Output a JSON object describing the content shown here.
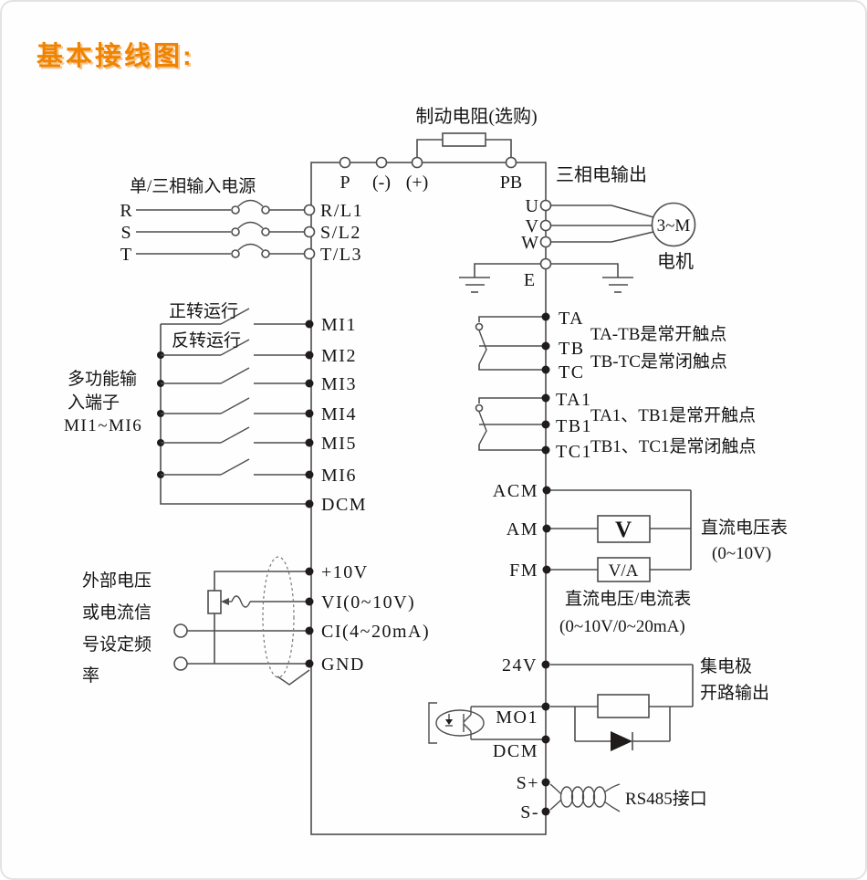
{
  "title": "基本接线图:",
  "top": {
    "brake_resistor": "制动电阻(选购)",
    "p": "P",
    "minus": "(-)",
    "plus": "(+)",
    "pb": "PB",
    "output_label": "三相电输出"
  },
  "input": {
    "label": "单/三相输入电源",
    "phases": [
      "R",
      "S",
      "T"
    ],
    "terminals": [
      "R/L1",
      "S/L2",
      "T/L3"
    ]
  },
  "output_terminals": [
    "U",
    "V",
    "W",
    "E"
  ],
  "motor": {
    "symbol": "3~M",
    "label": "电机"
  },
  "digital": {
    "fwd": "正转运行",
    "rev": "反转运行",
    "desc1": "多功能输",
    "desc2": "入端子",
    "desc3": "MI1~MI6",
    "terminals": [
      "MI1",
      "MI2",
      "MI3",
      "MI4",
      "MI5",
      "MI6"
    ],
    "dcm": "DCM"
  },
  "relay1": {
    "terminals": [
      "TA",
      "TB",
      "TC"
    ],
    "note1": "TA-TB是常开触点",
    "note2": "TB-TC是常闭触点"
  },
  "relay2": {
    "terminals": [
      "TA1",
      "TB1",
      "TC1"
    ],
    "note1": "TA1、TB1是常开触点",
    "note2": "TB1、TC1是常闭触点"
  },
  "analog_out": {
    "acm": "ACM",
    "am": "AM",
    "fm": "FM",
    "v": "V",
    "va": "V/A",
    "meter1": "直流电压表",
    "meter1_range": "(0~10V)",
    "meter2": "直流电压/电流表",
    "meter2_range": "(0~10V/0~20mA)"
  },
  "analog_in": {
    "desc": [
      "外部电压",
      "或电流信",
      "号设定频",
      "率"
    ],
    "terminals": [
      "+10V",
      "VI(0~10V)",
      "CI(4~20mA)",
      "GND"
    ]
  },
  "oc": {
    "t24v": "24V",
    "mo1": "MO1",
    "dcm": "DCM",
    "label1": "集电极",
    "label2": "开路输出"
  },
  "rs485": {
    "sp": "S+",
    "sm": "S-",
    "label": "RS485接口"
  }
}
